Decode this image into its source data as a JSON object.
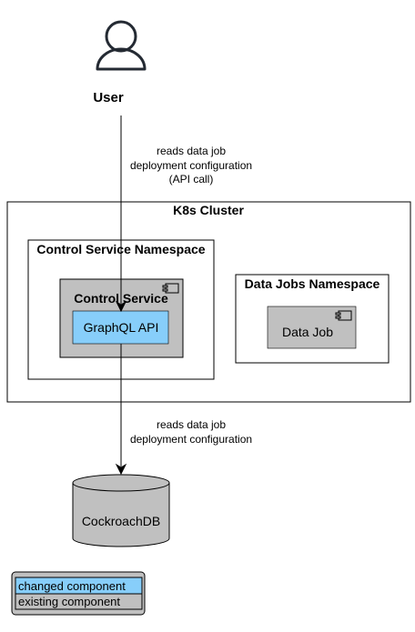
{
  "actor": {
    "label": "User",
    "icon": "user-icon"
  },
  "edges": {
    "user_to_api": {
      "line1": "reads data job",
      "line2": "deployment configuration",
      "line3": "(API call)"
    },
    "api_to_db": {
      "line1": "reads data job",
      "line2": "deployment configuration"
    }
  },
  "cluster": {
    "title": "K8s Cluster",
    "control_namespace": {
      "title": "Control Service Namespace",
      "control_service": {
        "title": "Control Service",
        "icon": "component-icon",
        "graphql_api": "GraphQL API"
      }
    },
    "data_namespace": {
      "title": "Data Jobs Namespace",
      "data_job": {
        "label": "Data Job",
        "icon": "component-icon"
      }
    }
  },
  "database": {
    "label": "CockroachDB",
    "icon": "database-cylinder-icon"
  },
  "legend": {
    "changed": "changed component",
    "existing": "existing component"
  },
  "colors": {
    "changed_component": "#87CEFA",
    "existing_component": "#C0C0C0",
    "stroke": "#000000",
    "actor_stroke": "#242A33"
  }
}
